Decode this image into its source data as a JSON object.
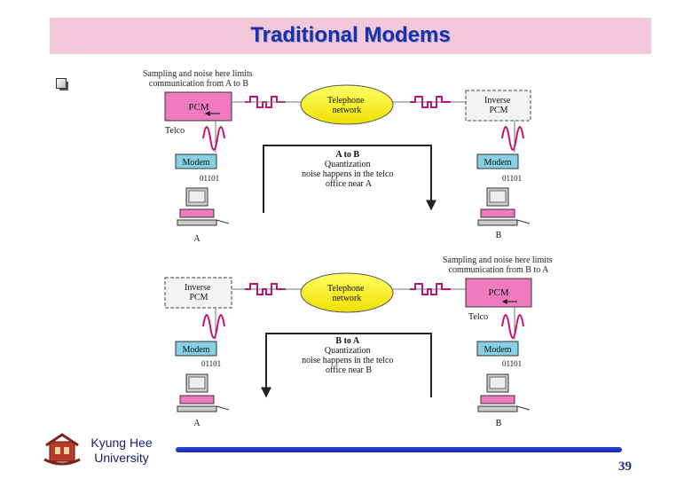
{
  "slide": {
    "title": "Traditional Modems",
    "page_number": "39"
  },
  "footer": {
    "university_line1": "Kyung Hee",
    "university_line2": "University"
  },
  "diagram": {
    "top": {
      "note": [
        "Sampling and noise here limits",
        "communication from A to B"
      ],
      "left_box": "PCM",
      "cloud": [
        "Telephone",
        "network"
      ],
      "right_box": [
        "Inverse",
        "PCM"
      ],
      "telco": "Telco",
      "left_modem": "Modem",
      "right_modem": "Modem",
      "left_bits": "01101",
      "right_bits": "01101",
      "arrow_text": [
        "A to B",
        "Quantization",
        "noise happens in the telco",
        "office near A"
      ],
      "left_station": "A",
      "right_station": "B"
    },
    "bottom": {
      "note": [
        "Sampling and noise here limits",
        "communication from B to A"
      ],
      "left_box": [
        "Inverse",
        "PCM"
      ],
      "cloud": [
        "Telephone",
        "network"
      ],
      "right_box": "PCM",
      "telco": "Telco",
      "left_modem": "Modem",
      "right_modem": "Modem",
      "left_bits": "01101",
      "right_bits": "01101",
      "arrow_text": [
        "B to A",
        "Quantization",
        "noise happens in the telco",
        "office near B"
      ],
      "left_station": "A",
      "right_station": "B"
    }
  },
  "colors": {
    "title": "#1a2fa8",
    "title_bar": "#f2c8da",
    "pcm_fill": "#f07ac0",
    "modem_fill": "#87cfe3",
    "cloud_fill": "#ffff00",
    "wave": "#c0127a",
    "footer_line": "#1f38c8"
  }
}
